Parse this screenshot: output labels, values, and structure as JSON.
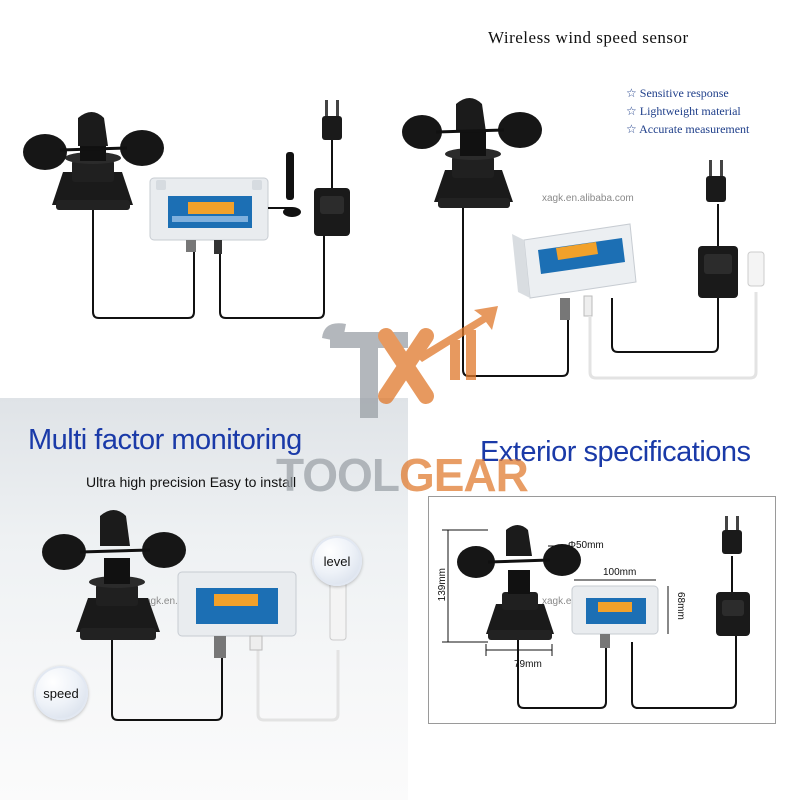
{
  "top_right": {
    "title": "Wireless wind speed sensor",
    "features": [
      {
        "icon": "star-outline-icon",
        "glyph": "☆",
        "text": "Sensitive response"
      },
      {
        "icon": "star-outline-icon",
        "glyph": "☆",
        "text": "Lightweight material"
      },
      {
        "icon": "star-outline-icon",
        "glyph": "☆",
        "text": "Accurate measurement"
      }
    ],
    "site_watermark": "xagk.en.alibaba.com"
  },
  "watermark_logo": {
    "word_gray": "TOOL",
    "word_orange": "GEAR",
    "monogram": "TX"
  },
  "bottom_left": {
    "heading": "Multi factor monitoring",
    "subheading": "Ultra high precision  Easy to install",
    "bubbles": {
      "level": "level",
      "speed": "speed"
    },
    "site_watermark": "xagk.en.alibaba.com"
  },
  "bottom_right": {
    "heading": "Exterior specifications",
    "dimensions": {
      "cup_diameter": "Φ50mm",
      "height": "139mm",
      "base_width": "79mm",
      "box_width": "100mm",
      "box_height": "68mm"
    },
    "site_watermark": "xagk.en.alibaba.com"
  },
  "colors": {
    "heading_blue": "#1a3aa8",
    "feature_blue": "#1f3f8a",
    "logo_orange": "#e0782a",
    "logo_gray": "#9aa0a6",
    "panel_blue": "#1c6fb4"
  }
}
